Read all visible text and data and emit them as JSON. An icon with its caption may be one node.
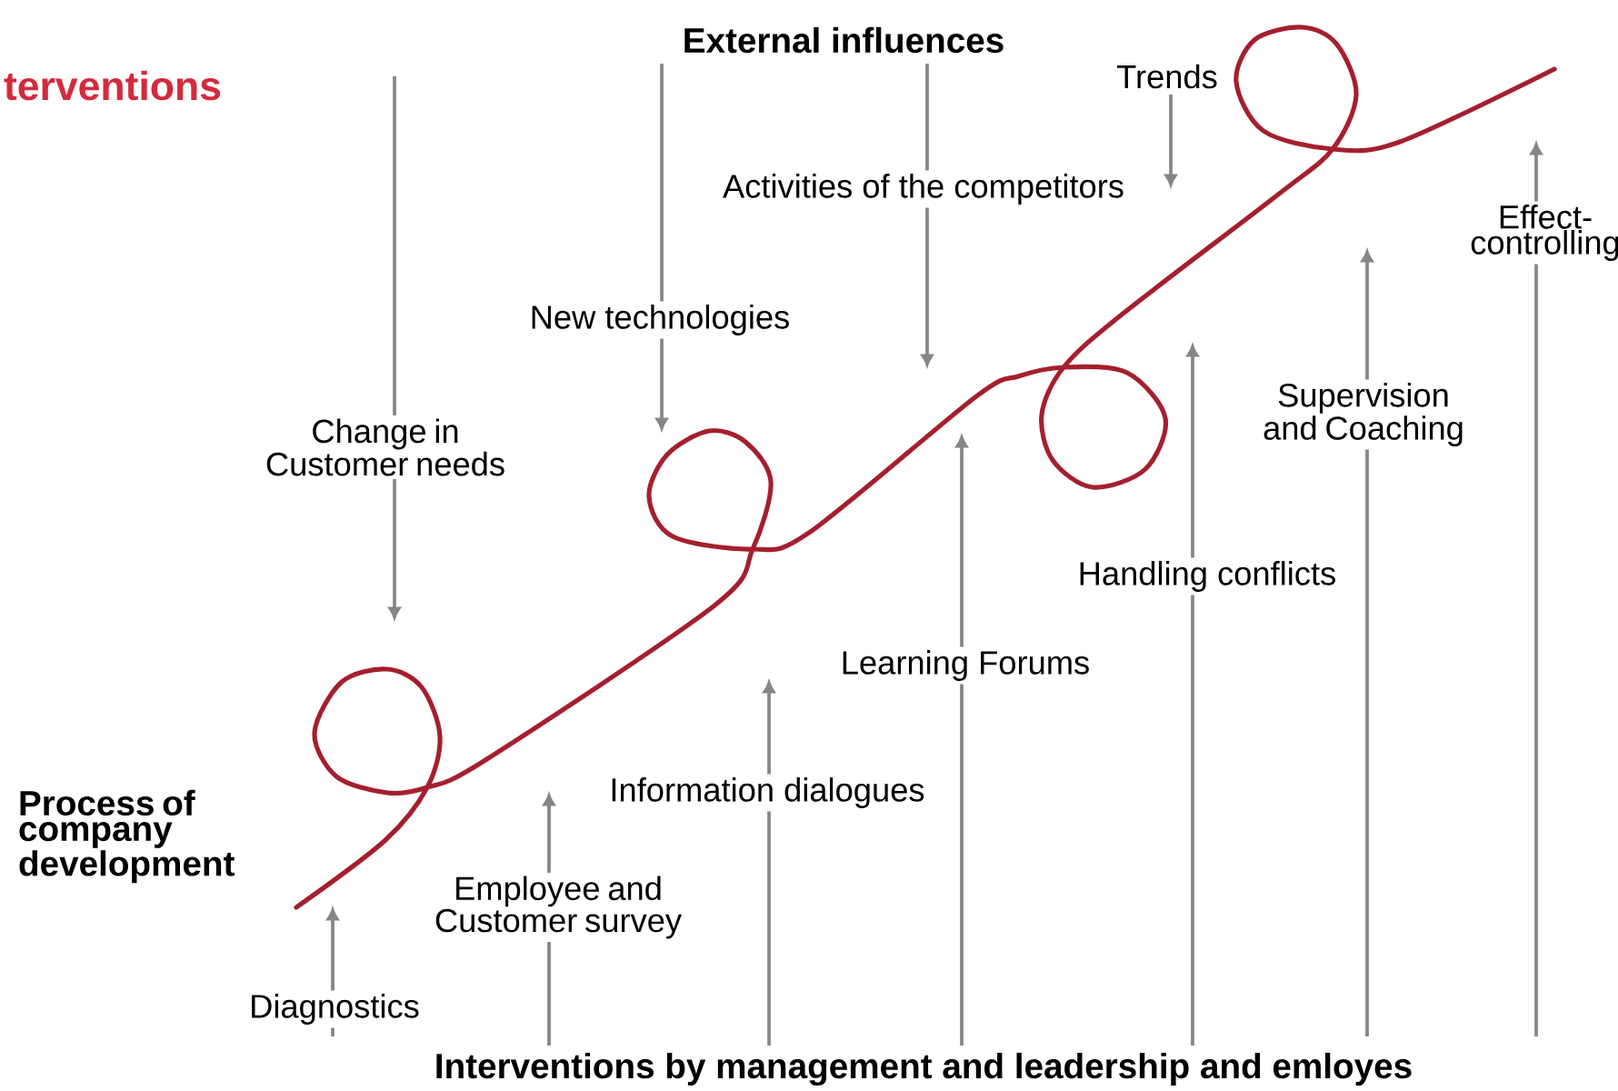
{
  "diagram": {
    "labels": [
      "terventions",
      "External influences",
      "Trends",
      "Activities of the competitors",
      "Effect-controlling",
      "New technologies",
      "Change in Customer needs",
      "Supervision and Coaching",
      "Handling conflicts",
      "Learning Forums",
      "Information dialogues",
      "Process of company development",
      "Employee and Customer survey",
      "Diagnostics",
      "Interventions by management and leadership and emloyes"
    ]
  }
}
